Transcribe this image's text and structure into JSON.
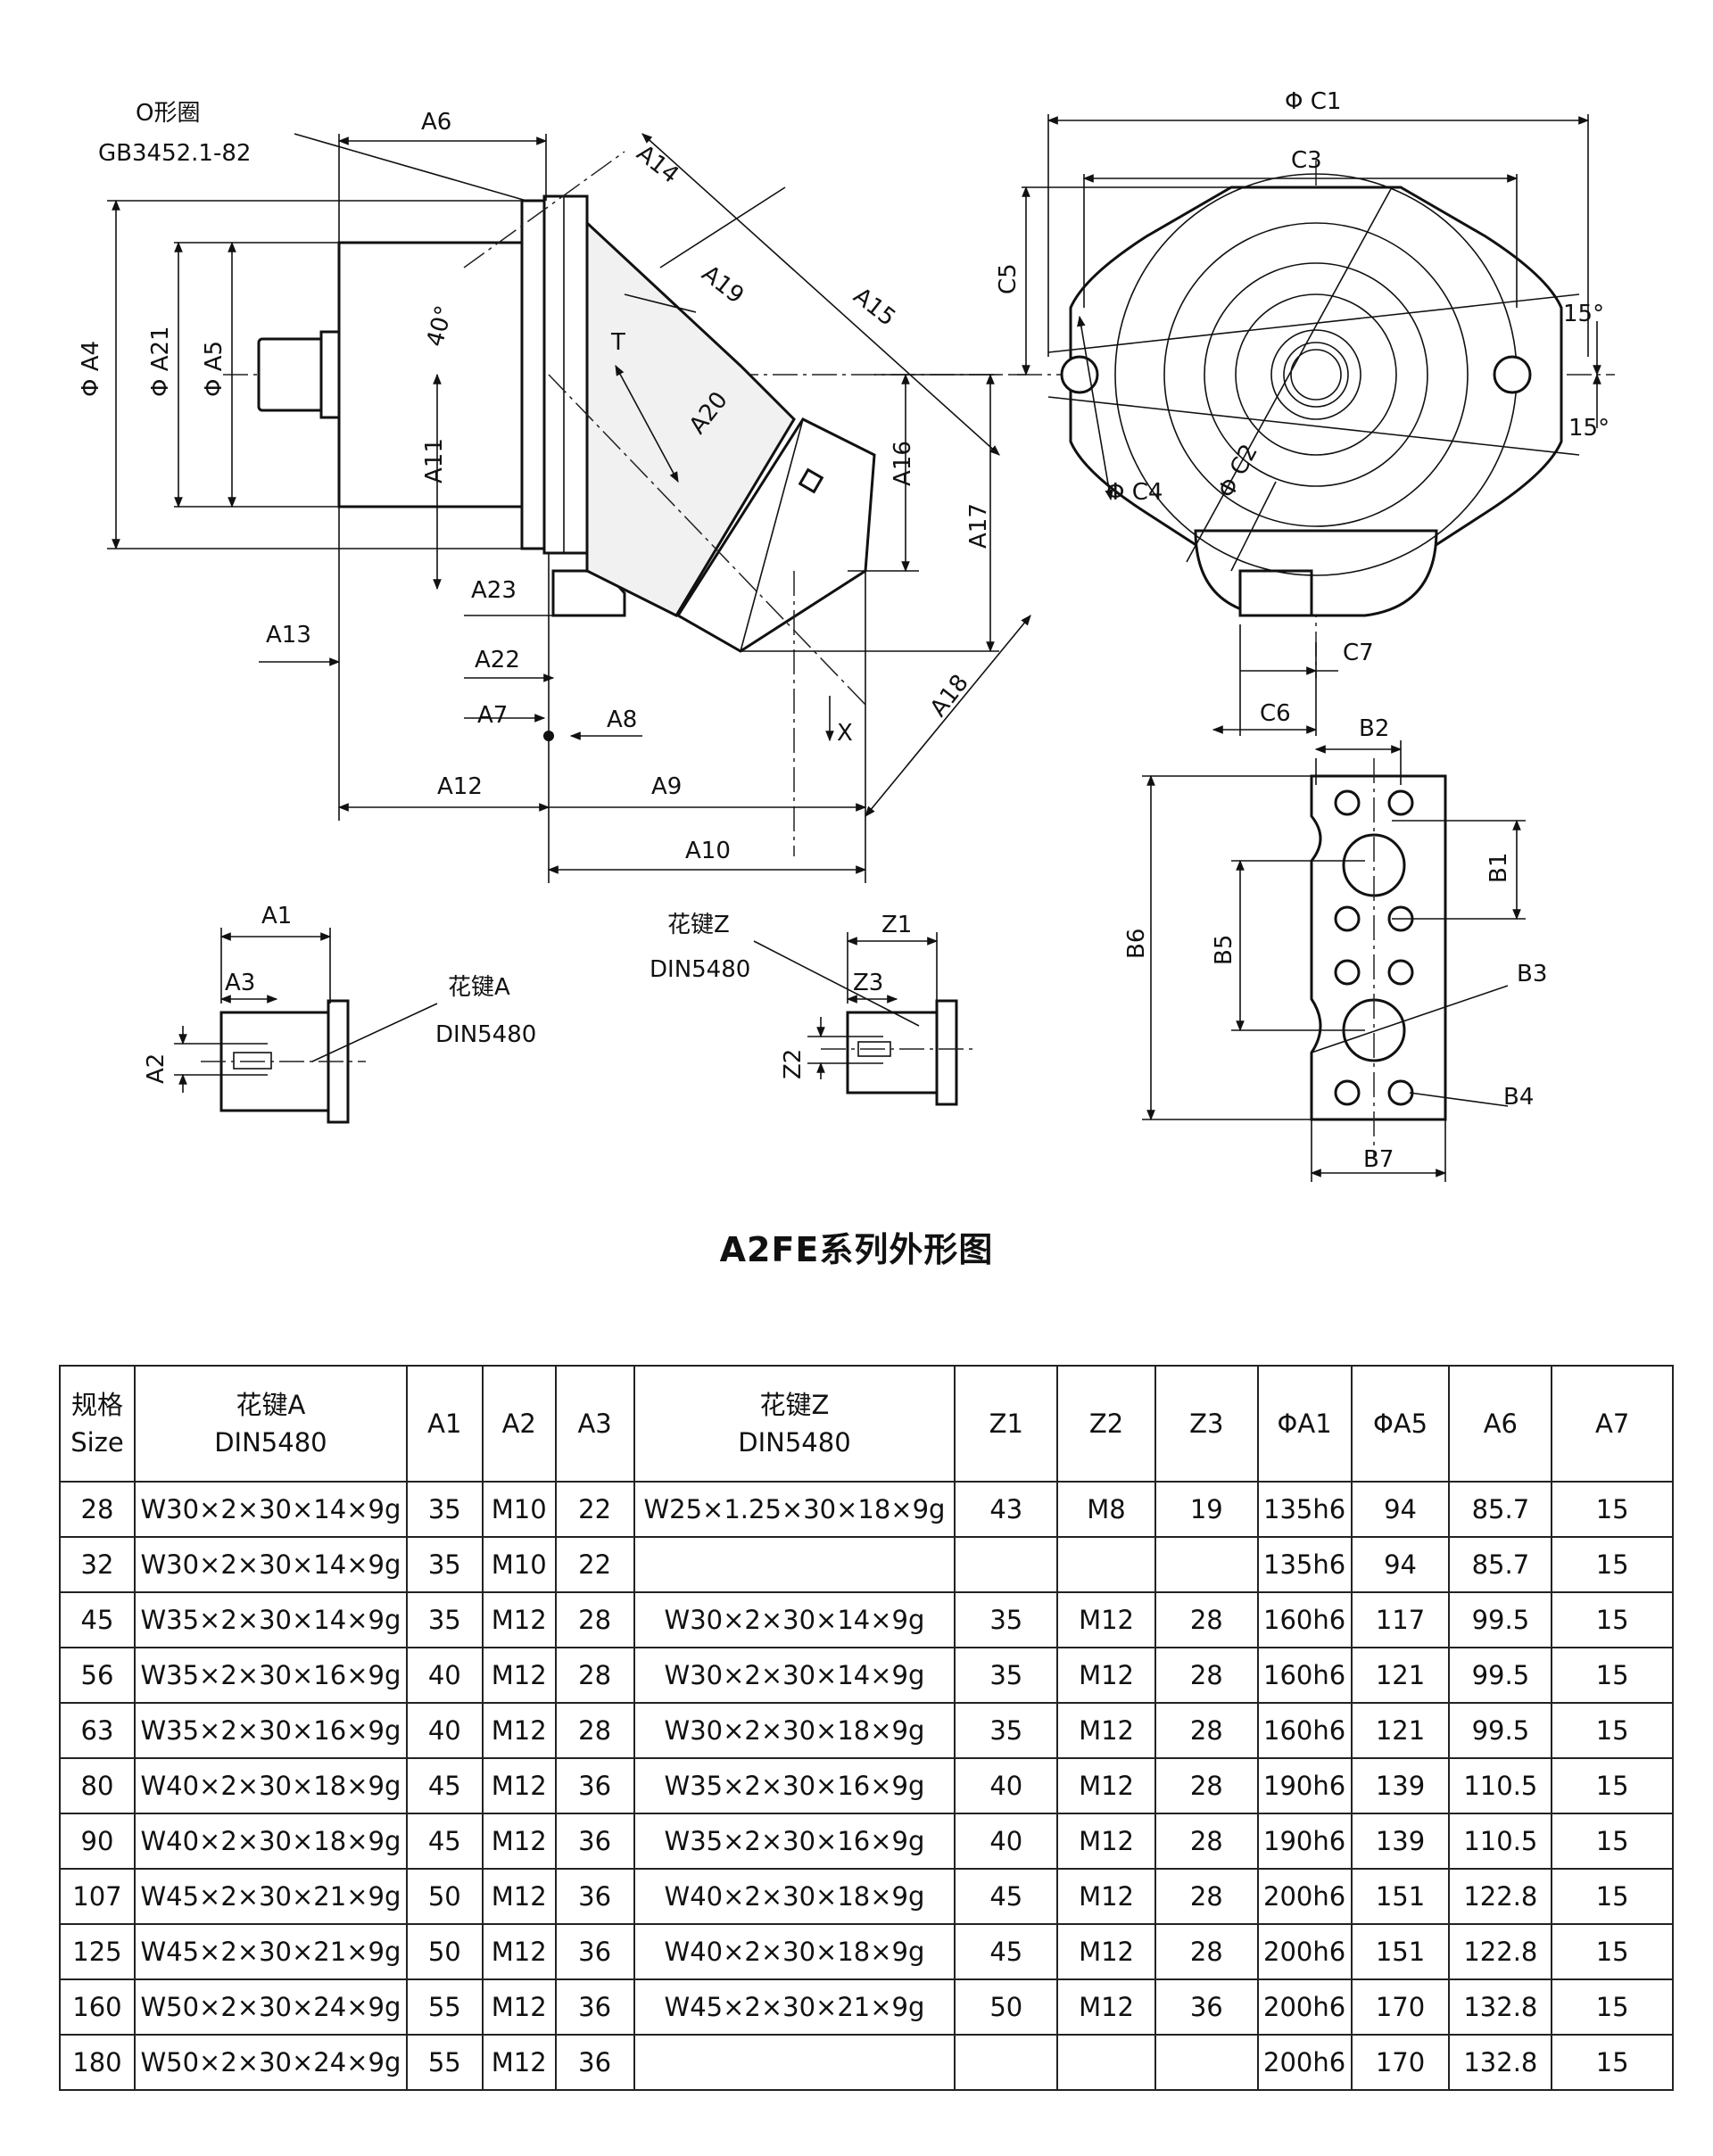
{
  "drawing": {
    "labels": {
      "oring_title": "O形圈",
      "oring_std": "GB3452.1-82",
      "A6": "A6",
      "A14": "A14",
      "A19": "A19",
      "A15": "A15",
      "angle40": "40°",
      "T": "T",
      "A20": "A20",
      "A16": "A16",
      "A17": "A17",
      "A18": "A18",
      "A11": "A11",
      "A23": "A23",
      "A22": "A22",
      "A7": "A7",
      "A8": "A8",
      "A13": "A13",
      "A12": "A12",
      "A9": "A9",
      "A10": "A10",
      "X": "X",
      "PhiA4": "Φ A4",
      "PhiA21": "Φ A21",
      "PhiA5": "Φ A5",
      "PhiC1": "Φ C1",
      "C3": "C3",
      "C5": "C5",
      "angle15_top": "15°",
      "angle15_bottom": "15°",
      "PhiC4": "Φ C4",
      "PhiC2": "Φ C2",
      "C7": "C7",
      "C6": "C6",
      "B2": "B2",
      "B1": "B1",
      "B6": "B6",
      "B5": "B5",
      "B3": "B3",
      "B4": "B4",
      "B7": "B7",
      "A1": "A1",
      "A3": "A3",
      "A2": "A2",
      "splineA_title": "花键A",
      "splineA_std": "DIN5480",
      "splineZ_title": "花键Z",
      "splineZ_std": "DIN5480",
      "Z1": "Z1",
      "Z3": "Z3",
      "Z2": "Z2"
    }
  },
  "title": "A2FE系列外形图",
  "table": {
    "headers": [
      [
        "规格",
        "Size"
      ],
      [
        "花键A",
        "DIN5480"
      ],
      [
        "A1"
      ],
      [
        "A2"
      ],
      [
        "A3"
      ],
      [
        "花键Z",
        "DIN5480"
      ],
      [
        "Z1"
      ],
      [
        "Z2"
      ],
      [
        "Z3"
      ],
      [
        "ΦA1"
      ],
      [
        "ΦA5"
      ],
      [
        "A6"
      ],
      [
        "A7"
      ]
    ],
    "rows": [
      [
        "28",
        "W30×2×30×14×9g",
        "35",
        "M10",
        "22",
        "W25×1.25×30×18×9g",
        "43",
        "M8",
        "19",
        "135h6",
        "94",
        "85.7",
        "15"
      ],
      [
        "32",
        "W30×2×30×14×9g",
        "35",
        "M10",
        "22",
        "",
        "",
        "",
        "",
        "135h6",
        "94",
        "85.7",
        "15"
      ],
      [
        "45",
        "W35×2×30×14×9g",
        "35",
        "M12",
        "28",
        "W30×2×30×14×9g",
        "35",
        "M12",
        "28",
        "160h6",
        "117",
        "99.5",
        "15"
      ],
      [
        "56",
        "W35×2×30×16×9g",
        "40",
        "M12",
        "28",
        "W30×2×30×14×9g",
        "35",
        "M12",
        "28",
        "160h6",
        "121",
        "99.5",
        "15"
      ],
      [
        "63",
        "W35×2×30×16×9g",
        "40",
        "M12",
        "28",
        "W30×2×30×18×9g",
        "35",
        "M12",
        "28",
        "160h6",
        "121",
        "99.5",
        "15"
      ],
      [
        "80",
        "W40×2×30×18×9g",
        "45",
        "M12",
        "36",
        "W35×2×30×16×9g",
        "40",
        "M12",
        "28",
        "190h6",
        "139",
        "110.5",
        "15"
      ],
      [
        "90",
        "W40×2×30×18×9g",
        "45",
        "M12",
        "36",
        "W35×2×30×16×9g",
        "40",
        "M12",
        "28",
        "190h6",
        "139",
        "110.5",
        "15"
      ],
      [
        "107",
        "W45×2×30×21×9g",
        "50",
        "M12",
        "36",
        "W40×2×30×18×9g",
        "45",
        "M12",
        "28",
        "200h6",
        "151",
        "122.8",
        "15"
      ],
      [
        "125",
        "W45×2×30×21×9g",
        "50",
        "M12",
        "36",
        "W40×2×30×18×9g",
        "45",
        "M12",
        "28",
        "200h6",
        "151",
        "122.8",
        "15"
      ],
      [
        "160",
        "W50×2×30×24×9g",
        "55",
        "M12",
        "36",
        "W45×2×30×21×9g",
        "50",
        "M12",
        "36",
        "200h6",
        "170",
        "132.8",
        "15"
      ],
      [
        "180",
        "W50×2×30×24×9g",
        "55",
        "M12",
        "36",
        "",
        "",
        "",
        "",
        "200h6",
        "170",
        "132.8",
        "15"
      ]
    ]
  }
}
